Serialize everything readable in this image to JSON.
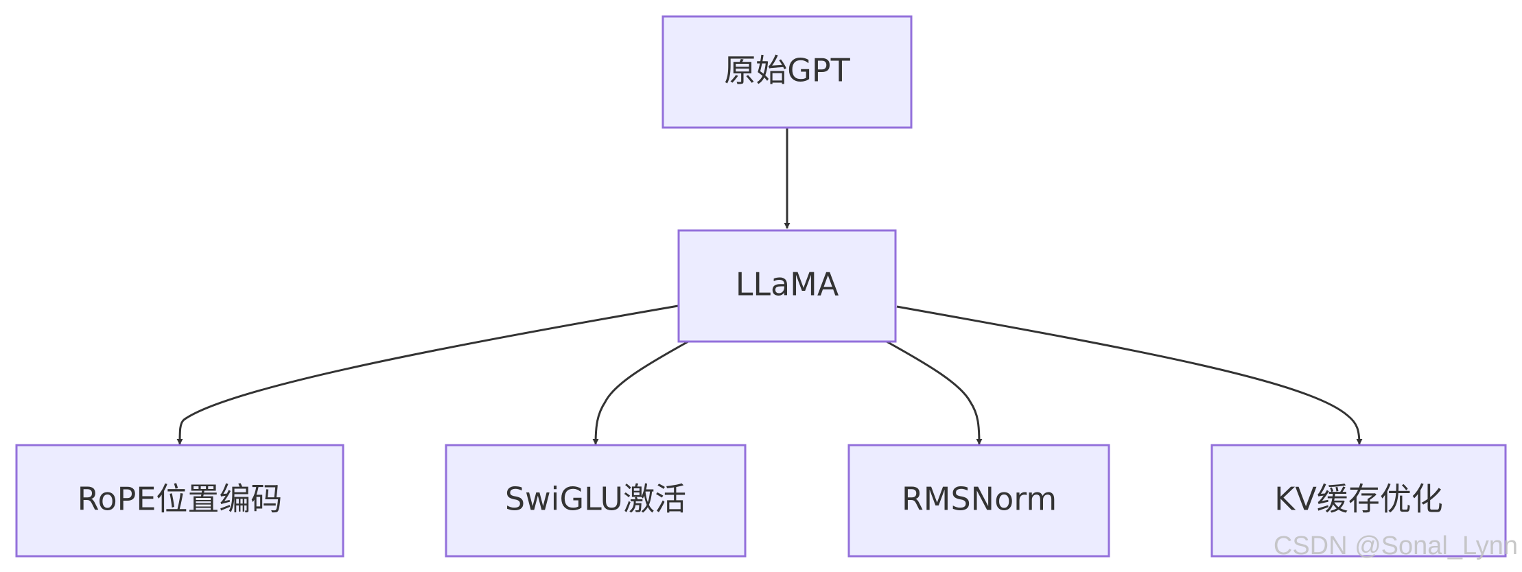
{
  "diagram": {
    "type": "flowchart",
    "direction": "top-down",
    "colors": {
      "node_fill": "#ECECFF",
      "node_border": "#9370DB",
      "text": "#333333",
      "edge": "#333333"
    },
    "nodes": [
      {
        "id": "gpt",
        "label": "原始GPT"
      },
      {
        "id": "llama",
        "label": "LLaMA"
      },
      {
        "id": "rope",
        "label": "RoPE位置编码"
      },
      {
        "id": "swiglu",
        "label": "SwiGLU激活"
      },
      {
        "id": "rmsnorm",
        "label": "RMSNorm"
      },
      {
        "id": "kv",
        "label": "KV缓存优化"
      }
    ],
    "edges": [
      {
        "from": "gpt",
        "to": "llama"
      },
      {
        "from": "llama",
        "to": "rope"
      },
      {
        "from": "llama",
        "to": "swiglu"
      },
      {
        "from": "llama",
        "to": "rmsnorm"
      },
      {
        "from": "llama",
        "to": "kv"
      }
    ]
  },
  "watermark": "CSDN @Sonal_Lynn"
}
